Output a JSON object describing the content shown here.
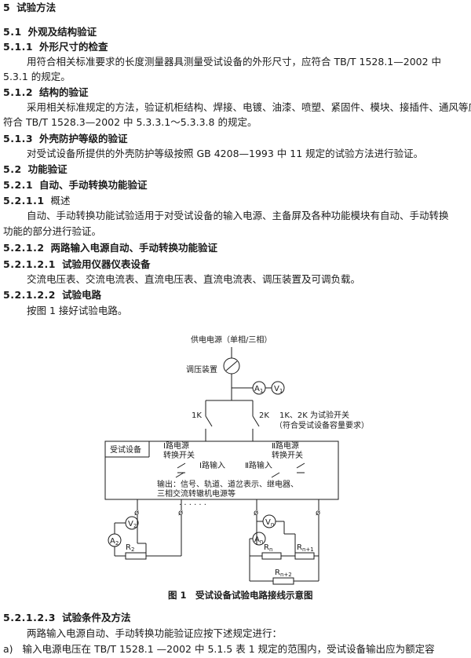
{
  "h1": {
    "num": "5",
    "title": "试验方法"
  },
  "s51": {
    "num": "5.1",
    "title": "外观及结构验证"
  },
  "s511": {
    "num": "5.1.1",
    "title": "外形尺寸的检查"
  },
  "p511a": "用符合相关标准要求的长度测量器具测量受试设备的外形尺寸，应符合 TB/T 1528.1—2002 中",
  "p511b": "5.3.1 的规定。",
  "s512": {
    "num": "5.1.2",
    "title": "结构的验证"
  },
  "p512a": "采用相关标准规定的方法，验证机柜结构、焊接、电镀、油漆、喷塑、紧固件、模块、接插件、通风等应",
  "p512b": "符合 TB/T 1528.3—2002 中 5.3.3.1～5.3.3.8 的规定。",
  "s513": {
    "num": "5.1.3",
    "title": "外壳防护等级的验证"
  },
  "p513": "对受试设备所提供的外壳防护等级按照 GB 4208—1993 中 11 规定的试验方法进行验证。",
  "s52": {
    "num": "5.2",
    "title": "功能验证"
  },
  "s521": {
    "num": "5.2.1",
    "title": "自动、手动转换功能验证"
  },
  "s5211": {
    "num": "5.2.1.1",
    "title": "概述"
  },
  "p5211a": "自动、手动转换功能试验适用于对受试设备的输入电源、主备屏及各种功能模块有自动、手动转换",
  "p5211b": "功能的部分进行验证。",
  "s5212": {
    "num": "5.2.1.2",
    "title": "两路输入电源自动、手动转换功能验证"
  },
  "s52121": {
    "num": "5.2.1.2.1",
    "title": "试验用仪器仪表设备"
  },
  "p52121": "交流电压表、交流电流表、直流电压表、直流电流表、调压装置及可调负载。",
  "s52122": {
    "num": "5.2.1.2.2",
    "title": "试验电路"
  },
  "p52122": "按图 1 接好试验电路。",
  "fig": {
    "supply": "供电电源（单相/三相）",
    "regulator": "调压装置",
    "a1": "A",
    "a1sub": "1",
    "v1": "V",
    "v1sub": "1",
    "k1": "1K",
    "k2": "2K",
    "note1": "1K、2K 为试验开关",
    "note2": "（符合受试设备容量要求）",
    "dut": "受试设备",
    "sw1a": "Ⅰ路电源",
    "sw1b": "转换开关",
    "sw2a": "Ⅱ路电源",
    "sw2b": "转换开关",
    "in1": "Ⅰ路输入",
    "in2": "Ⅱ路输入",
    "out1": "输出：信号、轨道、道岔表示、继电器、",
    "out2": "三相交流转辙机电源等",
    "dots": "· · · · · ·",
    "v2": "V",
    "v2sub": "2",
    "a2": "A",
    "a2sub": "2",
    "r2": "R",
    "r2sub": "2",
    "vn": "V",
    "vnsub": "n",
    "an": "A",
    "ansub": "n",
    "rn": "R",
    "rnsub": "n",
    "rn1": "R",
    "rn1sub": "n+1",
    "rn2": "R",
    "rn2sub": "n+2",
    "caption": "图 1　受试设备试验电路接线示意图"
  },
  "s52123": {
    "num": "5.2.1.2.3",
    "title": "试验条件及方法"
  },
  "p52123": "两路输入电源自动、手动转换功能验证应按下述规定进行：",
  "pa": {
    "label": "a)",
    "text": "输入电源电压在 TB/T 1528.1 —2002 中 5.1.5 表 1 规定的范围内，受试设备输出应为额定容"
  }
}
